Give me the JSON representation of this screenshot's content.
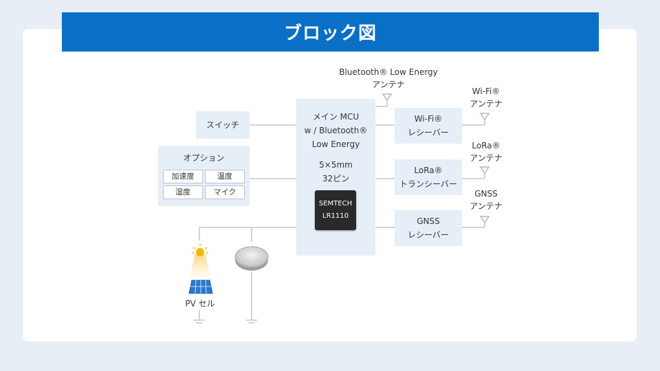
{
  "title": "ブロック図",
  "mcu": {
    "line1": "メイン MCU",
    "line2": "w / Bluetooth®",
    "line3": "Low Energy",
    "line4": "5×5mm",
    "line5": "32ピン",
    "chip_line1": "SEMTECH",
    "chip_line2": "LR1110"
  },
  "switch": {
    "label": "スイッチ"
  },
  "options": {
    "title": "オプション",
    "items": [
      "加速度",
      "温度",
      "湿度",
      "マイク"
    ]
  },
  "receivers": {
    "wifi": {
      "line1": "Wi-Fi®",
      "line2": "レシーバー"
    },
    "lora": {
      "line1": "LoRa®",
      "line2": "トランシーバー"
    },
    "gnss": {
      "line1": "GNSS",
      "line2": "レシーバー"
    }
  },
  "antennas": {
    "ble": {
      "line1": "Bluetooth® Low Energy",
      "line2": "アンテナ"
    },
    "wifi": {
      "line1": "Wi-Fi®",
      "line2": "アンテナ"
    },
    "lora": {
      "line1": "LoRa®",
      "line2": "アンテナ"
    },
    "gnss": {
      "line1": "GNSS",
      "line2": "アンテナ"
    }
  },
  "pv": {
    "label": "PV セル"
  },
  "colors": {
    "title_bar": "#0a6fc7",
    "box": "#e6eef8",
    "line": "#bfc7d2",
    "background": "#e8eef6"
  }
}
